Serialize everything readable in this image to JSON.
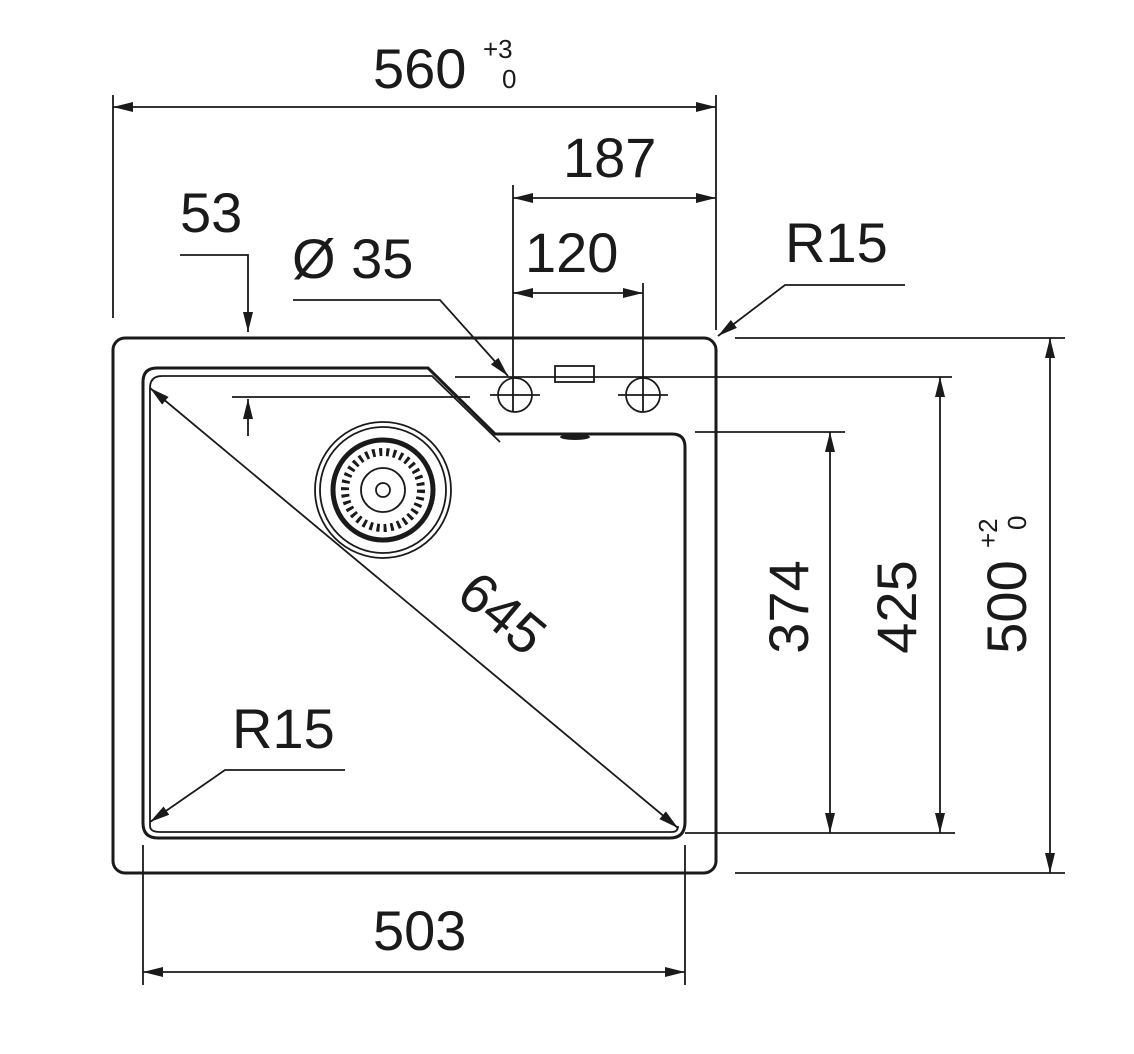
{
  "title": "Sink dimension drawing",
  "dimensions": {
    "overall_width": {
      "value": "560",
      "tol_upper": "+3",
      "tol_lower": "0"
    },
    "overall_depth": {
      "value": "500",
      "tol_upper": "+2",
      "tol_lower": "0"
    },
    "tap_to_edge": "187",
    "tap_hole_spacing": "120",
    "rim_offset": "53",
    "tap_hole_diameter": "Ø 35",
    "outer_radius": "R15",
    "inner_radius": "R15",
    "diagonal": "645",
    "bowl_depth_inner": "374",
    "bowl_depth_outer": "425",
    "bowl_width": "503"
  },
  "colors": {
    "line": "#1a1a1a",
    "background": "#ffffff"
  }
}
